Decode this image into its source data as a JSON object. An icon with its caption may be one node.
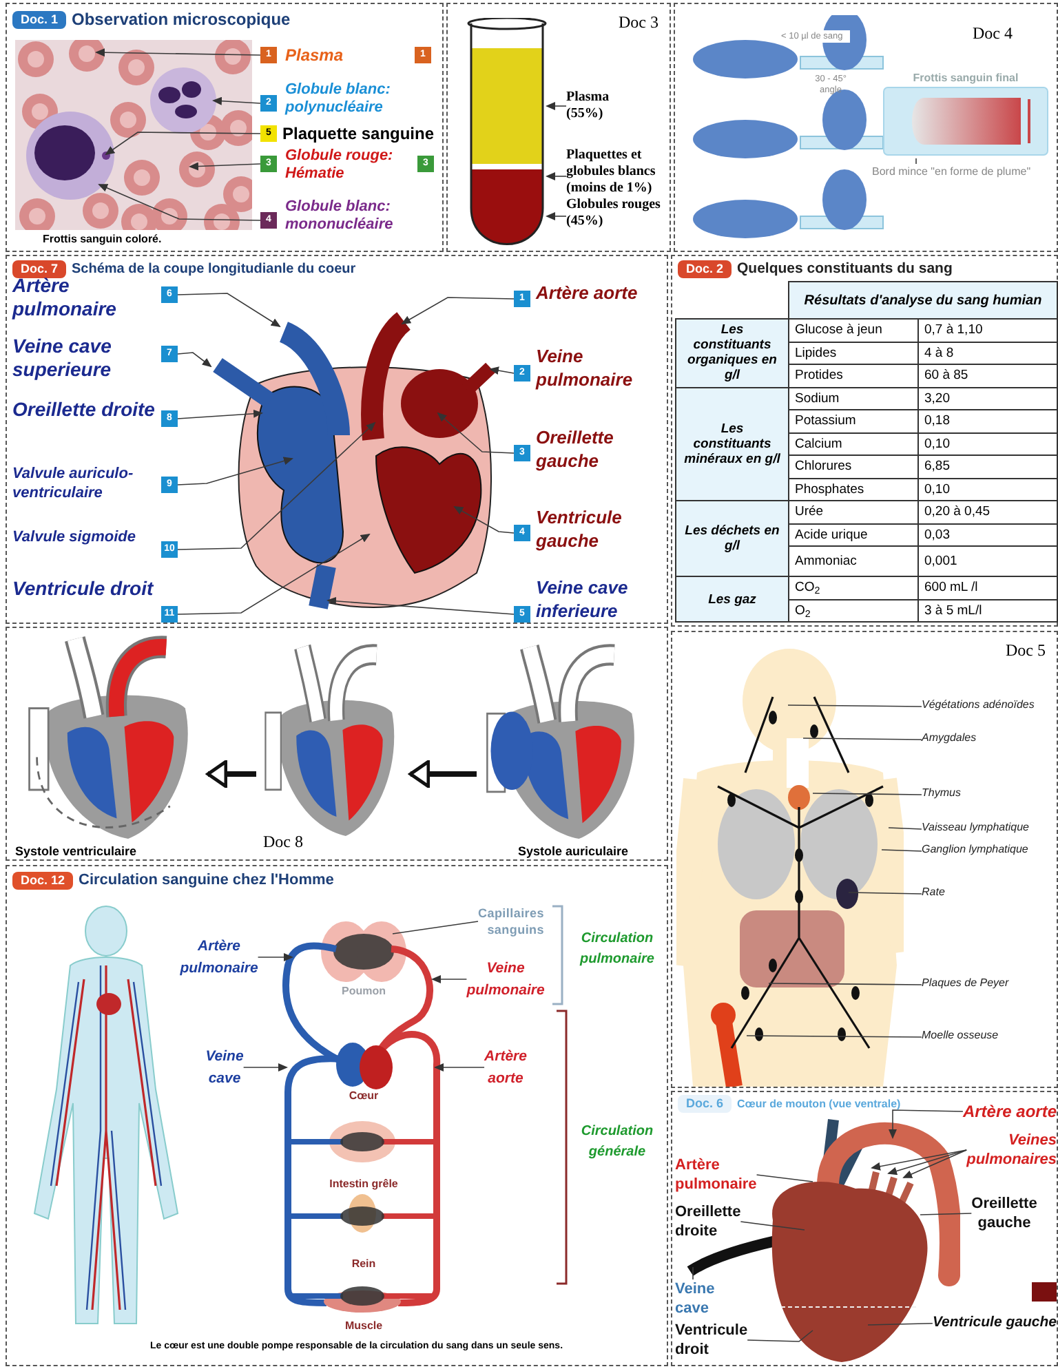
{
  "diagram": {
    "nodes": [
      {
        "text": [
          "Doc. 1",
          "Observation microscopique"
        ]
      },
      {
        "text": [
          "1"
        ],
        "in": 0,
        "beside": [
          "Plasma"
        ]
      },
      {
        "text": [
          "1"
        ],
        "in": 0
      },
      {
        "text": [
          "2"
        ],
        "in": 0,
        "beside": [
          "Globule blanc: polynucléaire"
        ]
      },
      {
        "text": [
          "5"
        ],
        "in": 0,
        "beside": [
          "Plaquette sanguine"
        ]
      },
      {
        "text": [
          "3"
        ],
        "in": 0,
        "beside": [
          "Globule rouge: Hématie"
        ]
      },
      {
        "text": [
          "3"
        ],
        "in": 0
      },
      {
        "text": [
          "4"
        ],
        "in": 0,
        "beside": [
          "Globule blanc: mononucléaire"
        ]
      },
      {
        "text": [
          "Doc 3"
        ]
      },
      {
        "text": [],
        "shape": "picture",
        "in": 8
      },
      {
        "text": [
          "Plasma (55%)"
        ],
        "in": 8
      },
      {
        "text": [
          "Plaquettes et globules blancs (moins de 1%)"
        ],
        "in": 8
      },
      {
        "text": [
          "Globules rouges (45%)"
        ],
        "in": 8
      },
      {
        "text": [
          "Doc 4"
        ]
      },
      {
        "text": [
          "Frottis sanguin final"
        ],
        "in": 13
      },
      {
        "text": [
          "Bord mince \"en forme de plume\""
        ],
        "in": 13
      },
      {
        "text": [
          "Doc. 7",
          "Schéma de la coupe longitudianle du coeur"
        ]
      },
      {
        "text": [
          "6"
        ],
        "in": 16,
        "beside": [
          "Artère pulmonaire"
        ]
      },
      {
        "text": [
          "7"
        ],
        "in": 16,
        "beside": [
          "Veine cave superieure"
        ]
      },
      {
        "text": [
          "8"
        ],
        "in": 16,
        "beside": [
          "Oreillette droite"
        ]
      },
      {
        "text": [
          "9"
        ],
        "in": 16,
        "beside": [
          "Valvule auriculo-ventriculaire"
        ]
      },
      {
        "text": [
          "10"
        ],
        "in": 16,
        "beside": [
          "Valvule sigmoide"
        ]
      },
      {
        "text": [
          "11"
        ],
        "in": 16,
        "beside": [
          "Ventricule droit"
        ]
      },
      {
        "text": [
          "1"
        ],
        "in": 16,
        "beside": [
          "Artère aorte"
        ]
      },
      {
        "text": [
          "2"
        ],
        "in": 16,
        "beside": [
          "Veine pulmonaire"
        ]
      },
      {
        "text": [
          "3"
        ],
        "in": 16,
        "beside": [
          "Oreillette gauche"
        ]
      },
      {
        "text": [
          "4"
        ],
        "in": 16,
        "beside": [
          "Ventricule gauche"
        ]
      },
      {
        "text": [
          "5"
        ],
        "in": 16,
        "beside": [
          "Veine cave inferieure"
        ]
      },
      {
        "text": [
          "Doc. 2",
          "Quelques constituants du sang"
        ]
      },
      {
        "text": [
          "Doc 8"
        ]
      },
      {
        "text": [],
        "shape": "picture",
        "in": 29,
        "beside": [
          "Systole ventriculaire"
        ]
      },
      {
        "text": [],
        "shape": "picture",
        "in": 29
      },
      {
        "text": [],
        "shape": "picture",
        "in": 29,
        "beside": [
          "Systole auriculaire"
        ]
      },
      {
        "text": [
          "Doc. 12",
          "Circulation sanguine chez l'Homme"
        ]
      },
      {
        "text": [
          "Capillaires sanguins"
        ],
        "in": 33
      },
      {
        "text": [
          "Artère pulmonaire"
        ],
        "in": 33
      },
      {
        "text": [
          "Veine pulmonaire"
        ],
        "in": 33
      },
      {
        "text": [
          "Veine cave"
        ],
        "in": 33
      },
      {
        "text": [
          "Artère aorte"
        ],
        "in": 33
      },
      {
        "text": [
          "Doc 5"
        ]
      },
      {
        "text": [
          "Végétations adénoïdes"
        ],
        "in": 39
      },
      {
        "text": [
          "Amygdales"
        ],
        "in": 39
      },
      {
        "text": [
          "Thymus"
        ],
        "in": 39
      },
      {
        "text": [
          "Vaisseau lymphatique"
        ],
        "in": 39
      },
      {
        "text": [
          "Ganglion lymphatique"
        ],
        "in": 39
      },
      {
        "text": [
          "Rate"
        ],
        "in": 39
      },
      {
        "text": [
          "Plaques de Peyer"
        ],
        "in": 39
      },
      {
        "text": [
          "Moelle osseuse"
        ],
        "in": 39
      },
      {
        "text": [
          "Doc. 6",
          "Cœur de mouton (vue ventrale)"
        ]
      },
      {
        "text": [
          "Artère aorte"
        ],
        "in": 48
      },
      {
        "text": [
          "Veines pulmonaires"
        ],
        "in": 48
      },
      {
        "text": [
          "Artère pulmonaire"
        ],
        "in": 48
      },
      {
        "text": [
          "Oreillette droite"
        ],
        "in": 48
      },
      {
        "text": [
          "Oreillette gauche"
        ],
        "in": 48
      },
      {
        "text": [
          "Veine cave"
        ],
        "in": 48
      },
      {
        "text": [
          "Ventricule droit"
        ],
        "in": 48
      },
      {
        "text": [
          "Ventricule gauche"
        ],
        "in": 48
      }
    ],
    "edges": [
      {
        "from": 1,
        "to": null,
        "arrow": "to"
      },
      {
        "from": 3,
        "to": null,
        "arrow": "to"
      },
      {
        "from": 4,
        "to": null,
        "arrow": "to"
      },
      {
        "from": 5,
        "to": null,
        "arrow": "to"
      },
      {
        "from": 7,
        "to": null,
        "arrow": "to"
      },
      {
        "from": 10,
        "to": 9,
        "arrow": "to"
      },
      {
        "from": 11,
        "to": 9,
        "arrow": "to"
      },
      {
        "from": 12,
        "to": 9,
        "arrow": "to"
      },
      {
        "from": 15,
        "to": 14,
        "arrow": "none"
      },
      {
        "from": 17,
        "to": null,
        "arrow": "to"
      },
      {
        "from": 18,
        "to": null,
        "arrow": "to"
      },
      {
        "from": 19,
        "to": null,
        "arrow": "to"
      },
      {
        "from": 20,
        "to": null,
        "arrow": "to"
      },
      {
        "from": 21,
        "to": null,
        "arrow": "to"
      },
      {
        "from": 22,
        "to": null,
        "arrow": "to"
      },
      {
        "from": 23,
        "to": null,
        "arrow": "to"
      },
      {
        "from": 24,
        "to": null,
        "arrow": "to"
      },
      {
        "from": 25,
        "to": null,
        "arrow": "to"
      },
      {
        "from": 26,
        "to": null,
        "arrow": "to"
      },
      {
        "from": 27,
        "to": null,
        "arrow": "to"
      },
      {
        "from": 32,
        "to": 31,
        "arrow": "to",
        "style": "thick"
      },
      {
        "from": 31,
        "to": 30,
        "arrow": "to",
        "style": "thick"
      },
      {
        "from": 34,
        "to": null,
        "arrow": "none"
      },
      {
        "from": 35,
        "to": null,
        "arrow": "to"
      },
      {
        "from": 36,
        "to": null,
        "arrow": "to"
      },
      {
        "from": 37,
        "to": null,
        "arrow": "to"
      },
      {
        "from": 38,
        "to": null,
        "arrow": "to"
      },
      {
        "from": 40,
        "to": null,
        "arrow": "none"
      },
      {
        "from": 41,
        "to": null,
        "arrow": "none"
      },
      {
        "from": 42,
        "to": null,
        "arrow": "none"
      },
      {
        "from": 43,
        "to": null,
        "arrow": "none"
      },
      {
        "from": 44,
        "to": null,
        "arrow": "none"
      },
      {
        "from": 45,
        "to": null,
        "arrow": "none"
      },
      {
        "from": 46,
        "to": null,
        "arrow": "none"
      },
      {
        "from": 47,
        "to": null,
        "arrow": "none"
      },
      {
        "from": 49,
        "to": null,
        "arrow": "to"
      },
      {
        "from": 50,
        "to": null,
        "arrow": "to"
      },
      {
        "from": 50,
        "to": null,
        "arrow": "to"
      },
      {
        "from": 50,
        "to": null,
        "arrow": "to"
      },
      {
        "from": 51,
        "to": null,
        "arrow": "none"
      },
      {
        "from": 52,
        "to": null,
        "arrow": "none"
      },
      {
        "from": 53,
        "to": null,
        "arrow": "none"
      },
      {
        "from": 54,
        "to": null,
        "arrow": "none"
      },
      {
        "from": 55,
        "to": null,
        "arrow": "none"
      },
      {
        "from": 56,
        "to": null,
        "arrow": "none"
      }
    ],
    "labels": [
      "Frottis sanguin coloré.",
      "< 10 µl de sang",
      "30 - 45° angle",
      "Résultats d'analyse du sang humian",
      "Les constituants organiques en g/l",
      "Glucose à jeun",
      "0,7 à 1,10",
      "Lipides",
      "4 à 8",
      "Protides",
      "60 à 85",
      "Les constituants minéraux en g/l",
      "Sodium",
      "3,20",
      "Potassium",
      "0,18",
      "Calcium",
      "0,10",
      "Chlorures",
      "6,85",
      "Phosphates",
      "0,10",
      "Les déchets en g/l",
      "Urée",
      "0,20 à 0,45",
      "Acide urique",
      "0,03",
      "Ammoniac",
      "0,001",
      "Les gaz",
      "CO$_{2}$",
      "600 mL /l",
      "O$_{2}$",
      "3 à 5 mL/l",
      "Poumon",
      "Circulation pulmonaire",
      "Cœur",
      "Circulation générale",
      "Intestin grêle",
      "Rein",
      "Muscle",
      "Le cœur est une double pompe responsable de la circulation du sang dans un seule sens."
    ]
  }
}
